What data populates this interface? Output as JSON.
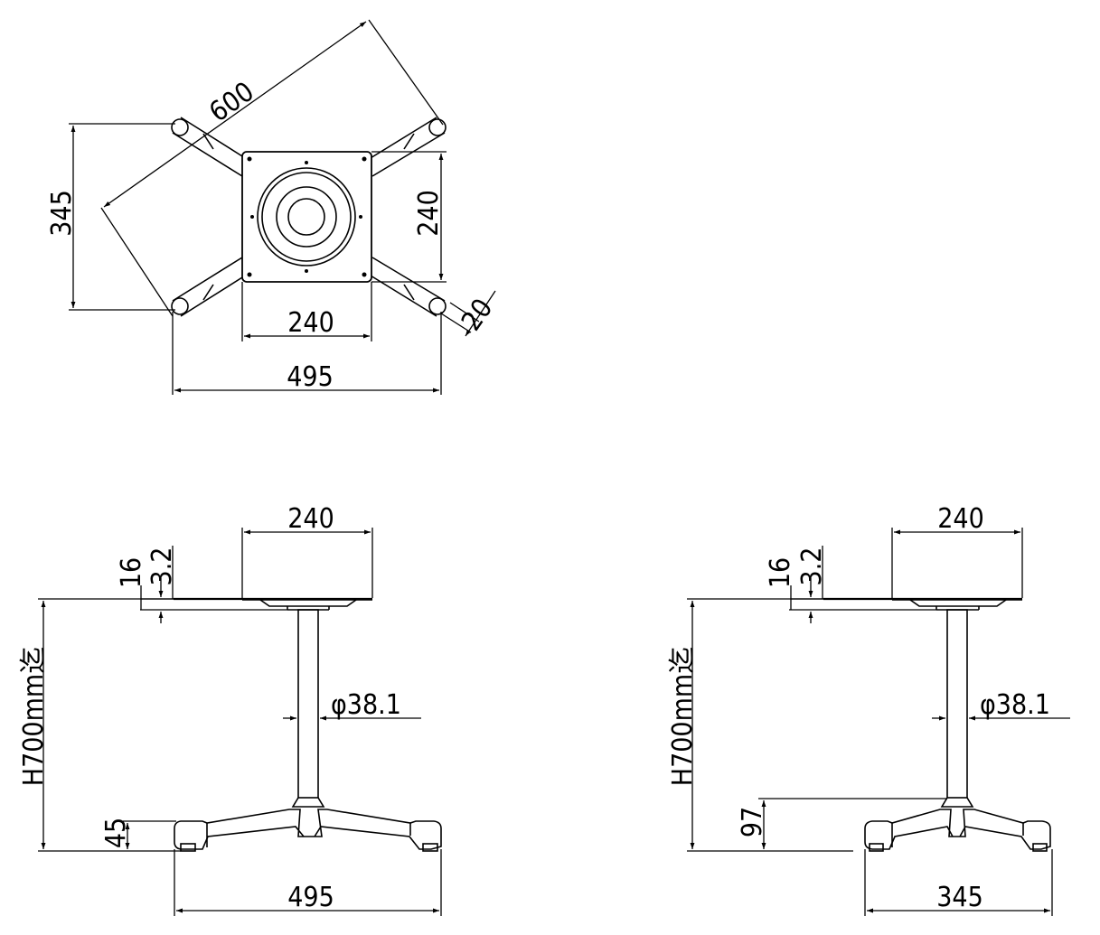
{
  "top_view": {
    "diag_label": "600",
    "height_label": "345",
    "plate_height_label": "240",
    "plate_width_label": "240",
    "foot_label": "20",
    "total_width_label": "495"
  },
  "front_view": {
    "plate_label": "240",
    "thick_label": "16",
    "top_label": "3.2",
    "height_label": "H700mm迄",
    "dia_label": "φ38.1",
    "foot_label": "45",
    "width_label": "495"
  },
  "side_view": {
    "plate_label": "240",
    "thick_label": "16",
    "top_label": "3.2",
    "height_label": "H700mm迄",
    "dia_label": "φ38.1",
    "base_label": "97",
    "width_label": "345"
  },
  "colors": {
    "line": "#000000",
    "background": "#ffffff"
  }
}
